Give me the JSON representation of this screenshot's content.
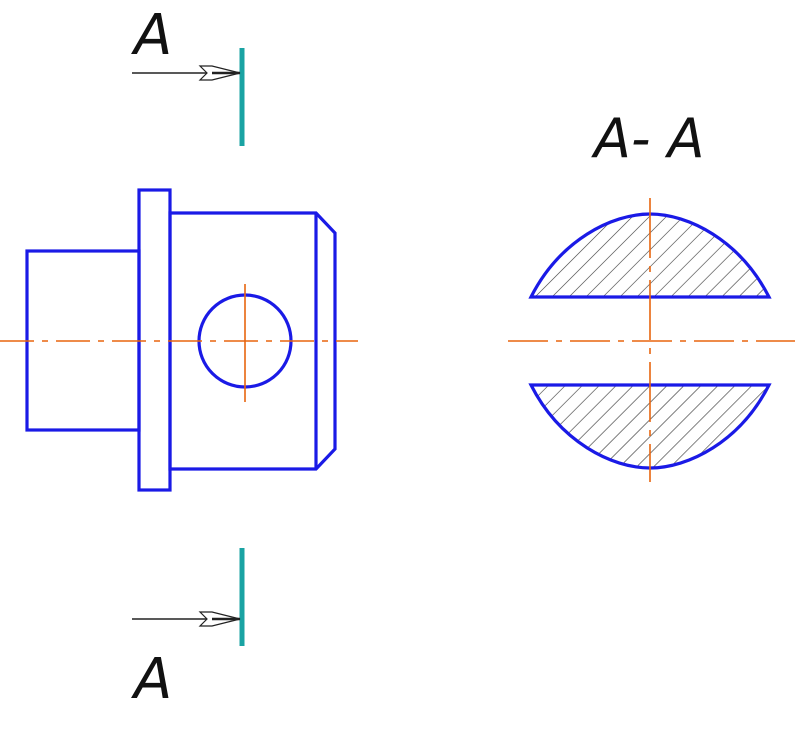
{
  "labels": {
    "cut_top": "A",
    "cut_bottom": "A",
    "section_title": "A- A"
  },
  "colors": {
    "outline": "#1a1ae6",
    "centerline": "#e8650f",
    "cutting_plane": "#1aa3a3",
    "arrow": "#222222",
    "hatch": "#333333",
    "background": "#ffffff"
  }
}
